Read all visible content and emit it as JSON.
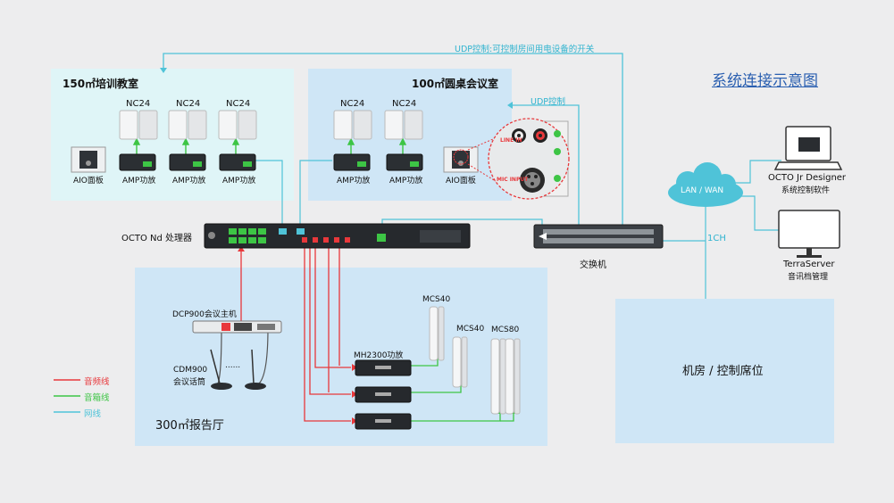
{
  "title": "系统连接示意图",
  "rooms": {
    "training": "150㎡培训教室",
    "roundtable": "100㎡圆桌会议室",
    "hall": "300㎡报告厅",
    "control": "机房 / 控制席位"
  },
  "labels": {
    "udp_top": "UDP控制:可控制房间用电设备的开关",
    "udp_mid": "UDP控制",
    "nc24": "NC24",
    "amp": "AMP功放",
    "aio": "AIO面板",
    "processor": "OCTO Nd 处理器",
    "switch": "交换机",
    "lan": "LAN / WAN",
    "ch": "1CH",
    "designer_line1": "OCTO Jr Designer",
    "designer_line2": "系统控制软件",
    "server_line1": "TerraServer",
    "server_line2": "音讯档管理",
    "dcp": "DCP900会议主机",
    "cdm_line1": "CDM900",
    "cdm_line2": "会议话筒",
    "dots": "......",
    "mh2300": "MH2300功放",
    "mcs40": "MCS40",
    "mcs80": "MCS80",
    "line_in": "LINE IN",
    "mic_input": "MIC INPUT"
  },
  "legend": [
    {
      "label": "音频线",
      "color": "#e8383b"
    },
    {
      "label": "音箱线",
      "color": "#3dc545"
    },
    {
      "label": "网线",
      "color": "#4fc3d8"
    }
  ],
  "colors": {
    "audio": "#e8383b",
    "speaker": "#3dc545",
    "network": "#4fc3d8",
    "title": "#2a5fb0",
    "room_light": "#dff5f7",
    "room_blue": "#cfe6f6"
  }
}
